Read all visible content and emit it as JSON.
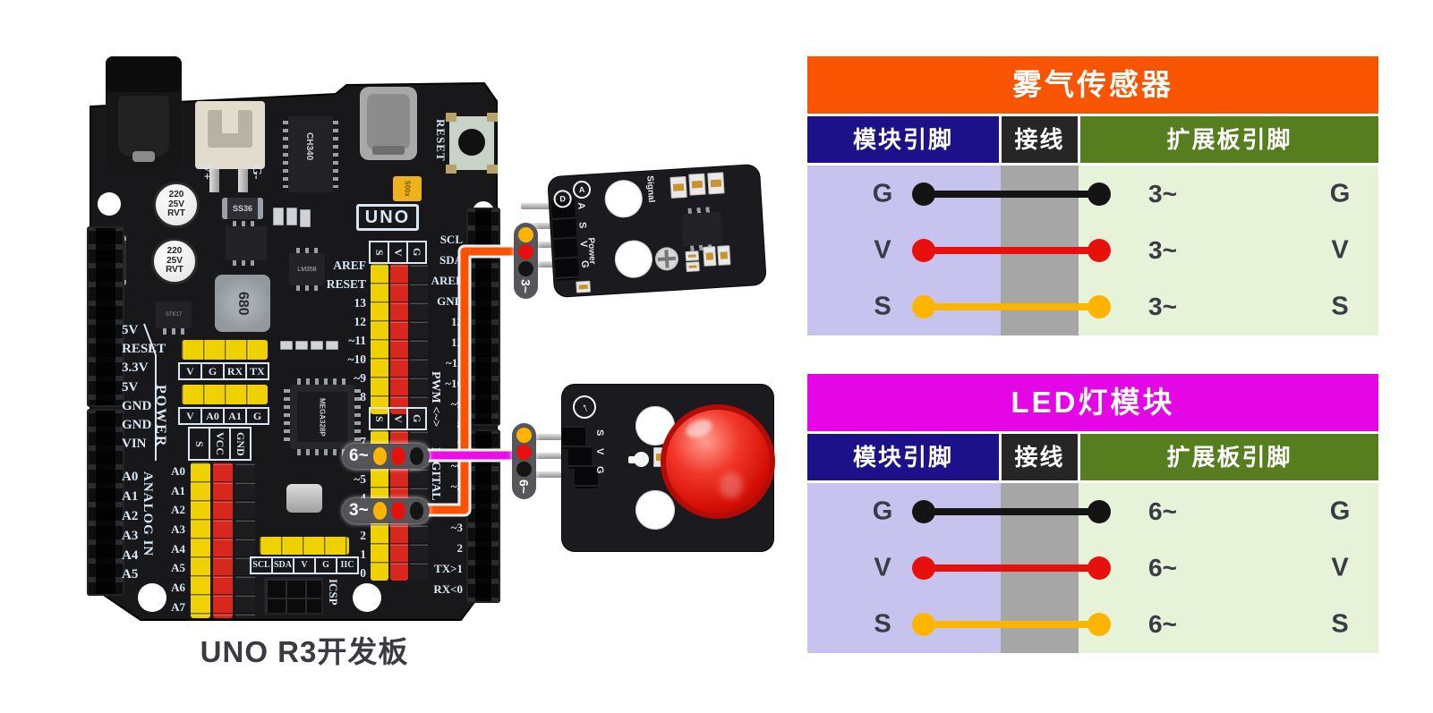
{
  "canvas": {
    "bg": "#FFFFFF"
  },
  "palette": {
    "pcb": "#18181B",
    "silk": "#D8E7F3",
    "wire_orange": "#FB5102",
    "wire_magenta": "#E90DE9",
    "dot_yellow": "#FFB400",
    "dot_red": "#E8100C",
    "dot_black": "#141414",
    "pin_yellow": "#EFD000",
    "pin_red": "#D8281E",
    "pin_dark": "#1D1D20"
  },
  "board": {
    "caption": "UNO R3开发板",
    "uno_label": "UNO",
    "vplus": "V+",
    "gminus": "G-",
    "reset_label": "RESET",
    "power_label": "POWER",
    "analog_label": "ANALOG IN",
    "pwm_label": "PWM <~>",
    "digital_label": "DIGITAL",
    "icsp_label": "ICSP",
    "cap_lines": [
      "220",
      "25V",
      "RVT"
    ],
    "inductor": "680",
    "fuse": "500x",
    "diode": "SS36",
    "diode2": "SS36",
    "regulator": "STK17",
    "usb_chip": "CH340",
    "mcu": "MEGA328P",
    "opamp": "LM358",
    "power_pins": [
      "5V",
      "RESET",
      "3.3V",
      "5V",
      "GND",
      "GND",
      "VIN"
    ],
    "analog_pins": [
      "A0",
      "A1",
      "A2",
      "A3",
      "A4",
      "A5"
    ],
    "serial_header": [
      "V",
      "G",
      "RX",
      "TX"
    ],
    "a01_header": [
      "V",
      "A0",
      "A1",
      "G"
    ],
    "svcc_header": [
      "S",
      "VCC",
      "GND"
    ],
    "analog_rows": [
      "A0",
      "A1",
      "A2",
      "A3",
      "A4",
      "A5",
      "A6",
      "A7"
    ],
    "iic_header": [
      "SCL",
      "SDA",
      "V",
      "G",
      "IIC"
    ],
    "svg_header": [
      "S",
      "V",
      "G"
    ],
    "digital_top_labels": [
      "AREF",
      "RESET",
      "13",
      "12",
      "~11",
      "~10",
      "~9",
      "8"
    ],
    "digital_bottom_labels": [
      "7",
      "~6",
      "~5",
      "4",
      "~3",
      "2",
      "1",
      "0"
    ],
    "right_edge_labels": [
      "SCL",
      "SDA",
      "AREF",
      "GND",
      "13",
      "12",
      "~11",
      "~10",
      "~9",
      "8",
      "7",
      "~6",
      "~5",
      "4",
      "~3",
      "2",
      "TX>1",
      "RX<0"
    ],
    "badge_d6": "6~",
    "badge_d3": "3~"
  },
  "modules": {
    "fog": {
      "pins": [
        "A",
        "S",
        "V",
        "G"
      ],
      "signal_label": "Signal",
      "power_label": "Power",
      "digital_mark": "D",
      "analog_mark": "A",
      "badge": "3~"
    },
    "led": {
      "pins": [
        "S",
        "V",
        "G"
      ],
      "badge": "6~",
      "arrow_glyph": "↑"
    }
  },
  "tables": [
    {
      "title": "雾气传感器",
      "title_bg": "#F95402",
      "headers": [
        {
          "label": "模块引脚",
          "bg": "#1D1189"
        },
        {
          "label": "接线",
          "bg": "#262626"
        },
        {
          "label": "扩展板引脚",
          "bg": "#567D1E"
        }
      ],
      "col_bg": [
        "#C6C3EF",
        "#A6A6A6",
        "#E7F3D9"
      ],
      "rows": [
        {
          "module_pin": "G",
          "wire_color": "#141414",
          "board_pin": "3~",
          "board_pin_name": "G"
        },
        {
          "module_pin": "V",
          "wire_color": "#E8100C",
          "board_pin": "3~",
          "board_pin_name": "V"
        },
        {
          "module_pin": "S",
          "wire_color": "#FFB400",
          "board_pin": "3~",
          "board_pin_name": "S"
        }
      ]
    },
    {
      "title": "LED灯模块",
      "title_bg": "#E506E5",
      "headers": [
        {
          "label": "模块引脚",
          "bg": "#1D1189"
        },
        {
          "label": "接线",
          "bg": "#262626"
        },
        {
          "label": "扩展板引脚",
          "bg": "#567D1E"
        }
      ],
      "col_bg": [
        "#C6C3EF",
        "#A6A6A6",
        "#E7F3D9"
      ],
      "rows": [
        {
          "module_pin": "G",
          "wire_color": "#141414",
          "board_pin": "6~",
          "board_pin_name": "G"
        },
        {
          "module_pin": "V",
          "wire_color": "#E8100C",
          "board_pin": "6~",
          "board_pin_name": "V"
        },
        {
          "module_pin": "S",
          "wire_color": "#FFB400",
          "board_pin": "6~",
          "board_pin_name": "S"
        }
      ]
    }
  ]
}
